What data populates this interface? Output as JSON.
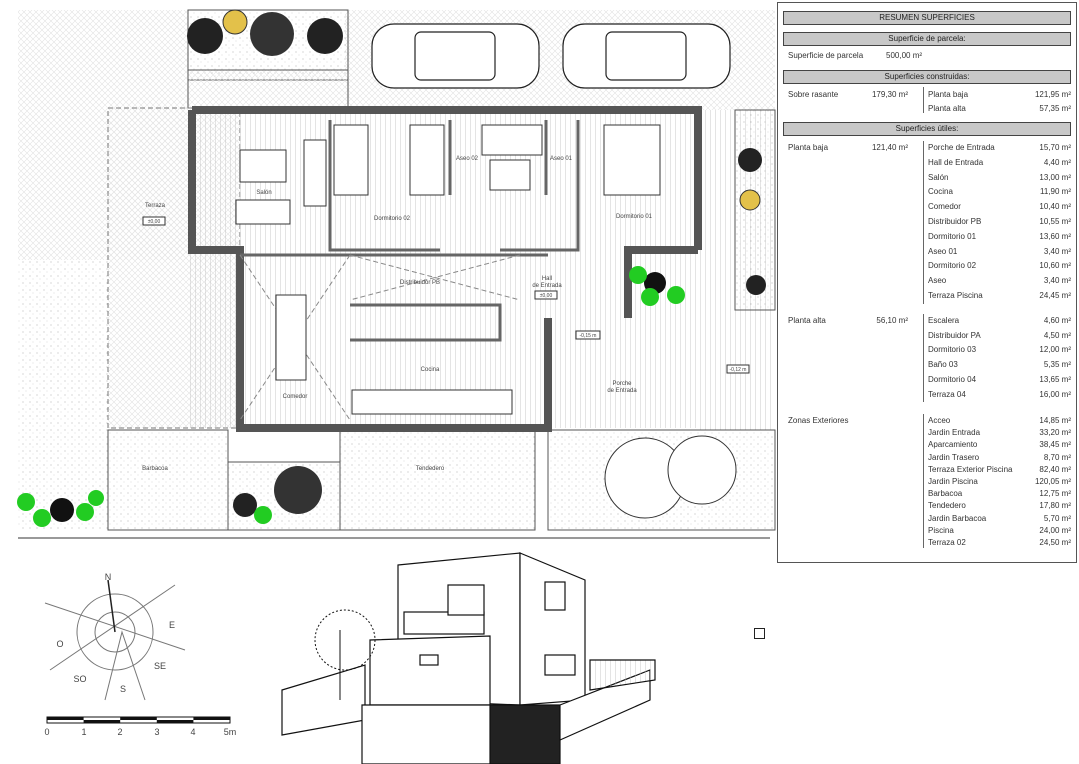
{
  "summary": {
    "title": "RESUMEN SUPERFICIES",
    "parcela": {
      "header": "Superficie de parcela:",
      "label": "Superficie de parcela",
      "value": "500,00 m²"
    },
    "construidas": {
      "header": "Superficies construidas:",
      "label": "Sobre rasante",
      "value": "179,30 m²",
      "items": [
        {
          "name": "Planta baja",
          "value": "121,95 m²"
        },
        {
          "name": "Planta alta",
          "value": "57,35 m²"
        }
      ]
    },
    "utiles": {
      "header": "Superficies útiles:",
      "groups": [
        {
          "label": "Planta baja",
          "total": "121,40 m²",
          "items": [
            {
              "name": "Porche de Entrada",
              "value": "15,70 m²"
            },
            {
              "name": "Hall de Entrada",
              "value": "4,40 m²"
            },
            {
              "name": "Salón",
              "value": "13,00 m²"
            },
            {
              "name": "Cocina",
              "value": "11,90 m²"
            },
            {
              "name": "Comedor",
              "value": "10,40 m²"
            },
            {
              "name": "Distribuidor PB",
              "value": "10,55 m²"
            },
            {
              "name": "Dormitorio 01",
              "value": "13,60 m²"
            },
            {
              "name": "Aseo 01",
              "value": "3,40 m²"
            },
            {
              "name": "Dormitorio 02",
              "value": "10,60 m²"
            },
            {
              "name": "Aseo",
              "value": "3,40 m²"
            },
            {
              "name": "Terraza Piscina",
              "value": "24,45 m²"
            }
          ]
        },
        {
          "label": "Planta alta",
          "total": "56,10 m²",
          "items": [
            {
              "name": "Escalera",
              "value": "4,60 m²"
            },
            {
              "name": "Distribuidor PA",
              "value": "4,50 m²"
            },
            {
              "name": "Dormitorio 03",
              "value": "12,00 m²"
            },
            {
              "name": "Baño 03",
              "value": "5,35 m²"
            },
            {
              "name": "Dormitorio 04",
              "value": "13,65 m²"
            },
            {
              "name": "Terraza 04",
              "value": "16,00 m²"
            }
          ]
        },
        {
          "label": "Zonas Exteriores",
          "total": "",
          "items": [
            {
              "name": "Acceo",
              "value": "14,85 m²"
            },
            {
              "name": "Jardin Entrada",
              "value": "33,20 m²"
            },
            {
              "name": "Aparcamiento",
              "value": "38,45 m²"
            },
            {
              "name": "Jardin Trasero",
              "value": "8,70 m²"
            },
            {
              "name": "Terraza Exterior Piscina",
              "value": "82,40 m²"
            },
            {
              "name": "Jardin Piscina",
              "value": "120,05 m²"
            },
            {
              "name": "Barbacoa",
              "value": "12,75 m²"
            },
            {
              "name": "Tendedero",
              "value": "17,80 m²"
            },
            {
              "name": "Jardin Barbacoa",
              "value": "5,70 m²"
            },
            {
              "name": "Piscina",
              "value": "24,00 m²"
            },
            {
              "name": "Terraza 02",
              "value": "24,50 m²"
            }
          ]
        }
      ]
    }
  },
  "plan": {
    "rooms": {
      "salon": "Salón",
      "dormitorio02": "Dormitorio 02",
      "aseo02": "Aseo 02",
      "aseo01": "Aseo 01",
      "dormitorio01": "Dormitorio 01",
      "distribuidor": "Distribuidor PB",
      "hall": "Hall",
      "hall2": "de Entrada",
      "cocina": "Cocina",
      "comedor": "Comedor",
      "porche": "Porche",
      "porche2": "de Entrada",
      "terraza": "Terraza",
      "barbacoa": "Barbacoa",
      "tendedero": "Tendedero"
    },
    "levels": {
      "terraza": "±0,00",
      "hall": "±0,00",
      "porche": "-0,15 m",
      "right": "-0,12 m"
    },
    "compass": {
      "n": "N",
      "e": "E",
      "s": "S",
      "o": "O",
      "se": "SE",
      "so": "SO"
    },
    "scale": {
      "ticks": [
        "0",
        "1",
        "2",
        "3",
        "4",
        "5m"
      ]
    }
  }
}
